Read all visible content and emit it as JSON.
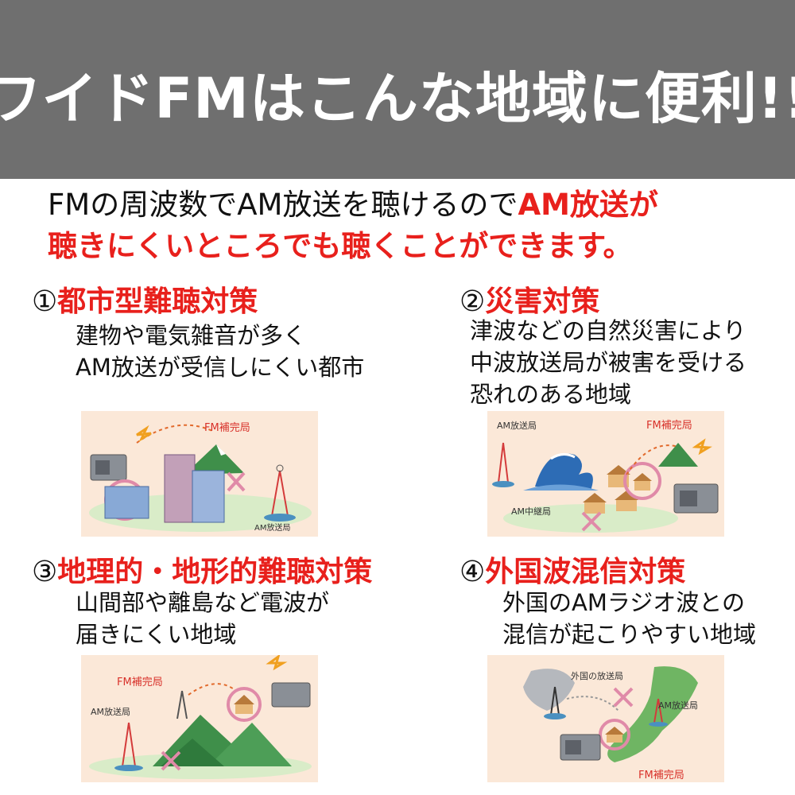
{
  "banner": {
    "title": "ワイドFMはこんな地域に便利!!"
  },
  "intro": {
    "line1_black": "FMの周波数でAM放送を聴けるので",
    "line1_red": "AM放送が",
    "line2_red": "聴きにくいところでも聴くことができます。"
  },
  "sections": [
    {
      "num": "①",
      "title": "都市型難聴対策",
      "desc": [
        "建物や電気雑音が多く",
        "AM放送が受信しにくい都市"
      ],
      "labels": [
        "FM補完局",
        "AM放送局"
      ]
    },
    {
      "num": "②",
      "title": "災害対策",
      "desc": [
        "津波などの自然災害により",
        "中波放送局が被害を受ける",
        "恐れのある地域"
      ],
      "labels": [
        "AM放送局",
        "FM補完局",
        "AM中継局"
      ]
    },
    {
      "num": "③",
      "title": "地理的・地形的難聴対策",
      "desc": [
        "山間部や離島など電波が",
        "届きにくい地域"
      ],
      "labels": [
        "FM補完局",
        "AM放送局"
      ]
    },
    {
      "num": "④",
      "title": "外国波混信対策",
      "desc": [
        "外国のAMラジオ波との",
        "混信が起こりやすい地域"
      ],
      "labels": [
        "外国の放送局",
        "AM放送局",
        "FM補完局"
      ]
    }
  ],
  "colors": {
    "accent_red": "#e8201c",
    "banner_gray": "#6f6f6f",
    "illus_bg": "#fbe8d8"
  }
}
